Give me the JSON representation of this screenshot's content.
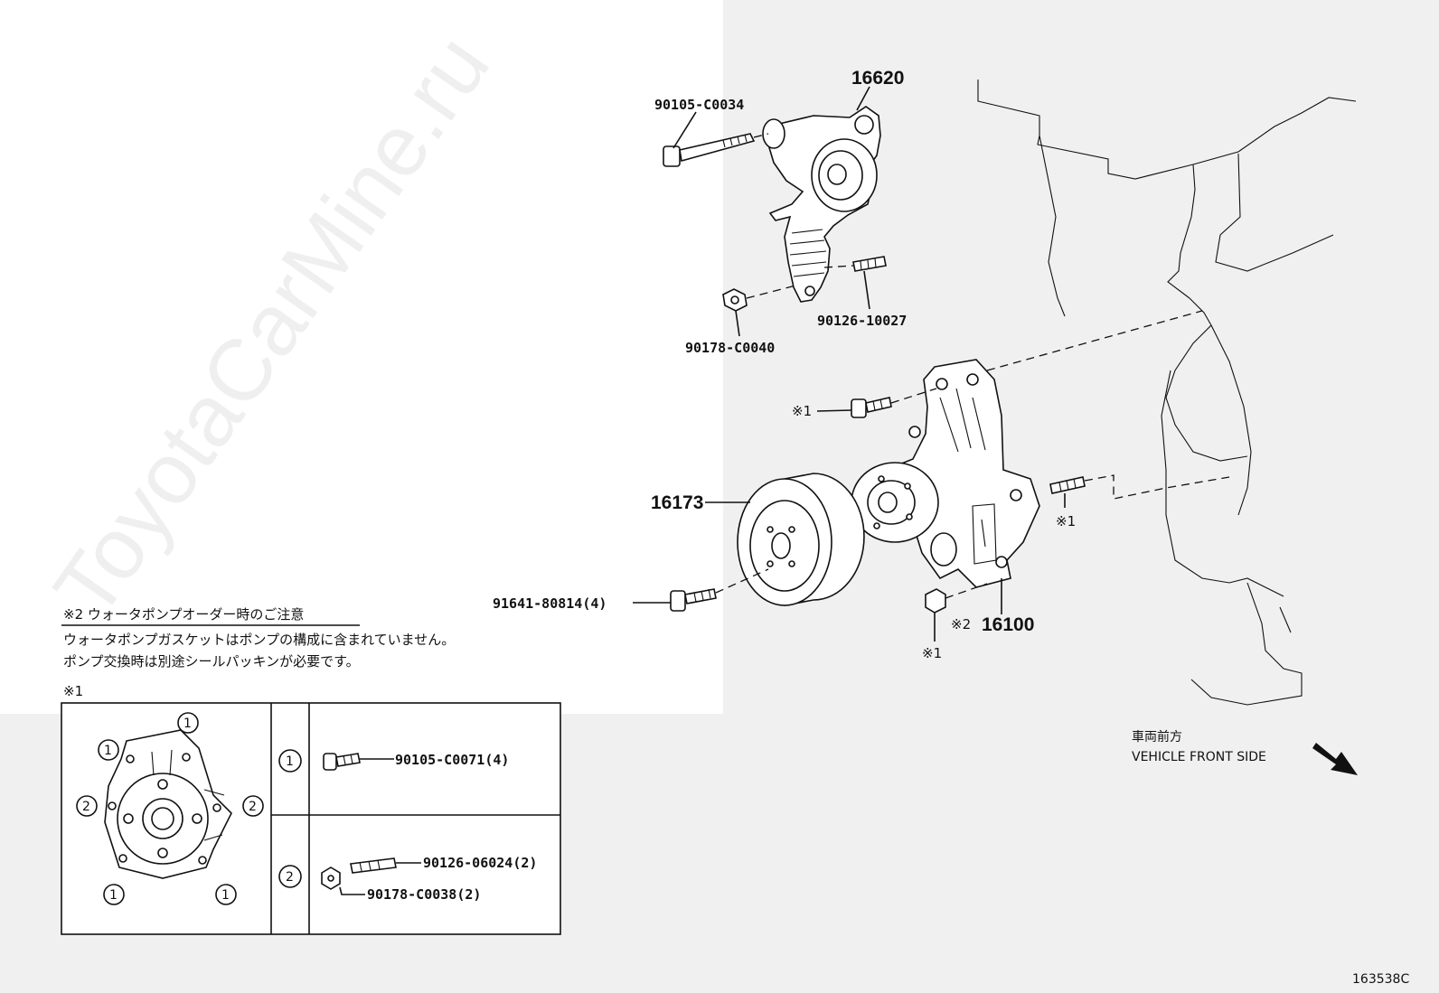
{
  "watermark": "ToyotaCarMine.ru",
  "parts": {
    "tensioner": "16620",
    "bolt_top": "90105-C0034",
    "stud_top": "90126-10027",
    "nut_top": "90178-C0040",
    "pulley": "16173",
    "pulley_bolt": "91641-80814(4)",
    "water_pump": "16100",
    "mark1": "※1",
    "mark2": "※2"
  },
  "notice": {
    "title": "※2 ウォータポンプオーダー時のご注意",
    "line1": "ウォータポンプガスケットはポンプの構成に含まれていません。",
    "line2": "ポンプ交換時は別途シールパッキンが必要です。"
  },
  "inset": {
    "label": "※1",
    "row1_num": "1",
    "row2_num": "2",
    "row1_part": "90105-C0071(4)",
    "row2_part_a": "90126-06024(2)",
    "row2_part_b": "90178-C0038(2)"
  },
  "direction": {
    "jp": "車両前方",
    "en": "VEHICLE FRONT SIDE"
  },
  "figure_id": "163538C"
}
